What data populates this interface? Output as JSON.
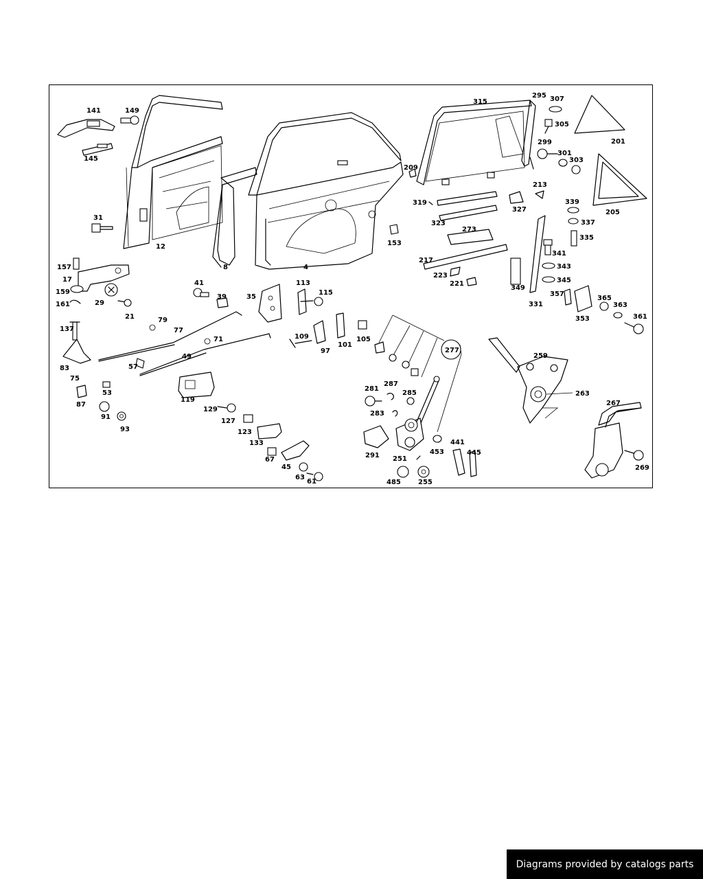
{
  "diagram": {
    "part_labels": {
      "p141": "141",
      "p149": "149",
      "p145": "145",
      "p31": "31",
      "p12": "12",
      "p8": "8",
      "p4": "4",
      "p153": "153",
      "p157": "157",
      "p17": "17",
      "p159": "159",
      "p161": "161",
      "p29": "29",
      "p21": "21",
      "p41": "41",
      "p39": "39",
      "p35": "35",
      "p113": "113",
      "p115": "115",
      "p137": "137",
      "p79": "79",
      "p77": "77",
      "p71": "71",
      "p109": "109",
      "p97": "97",
      "p101": "101",
      "p105": "105",
      "p83": "83",
      "p75": "75",
      "p49": "49",
      "p57": "57",
      "p53": "53",
      "p87": "87",
      "p91": "91",
      "p93": "93",
      "p119": "119",
      "p129": "129",
      "p127": "127",
      "p123": "123",
      "p133": "133",
      "p67": "67",
      "p45": "45",
      "p63": "63",
      "p61": "61",
      "p315": "315",
      "p295": "295",
      "p307": "307",
      "p305": "305",
      "p201": "201",
      "p209": "209",
      "p299": "299",
      "p301": "301",
      "p303": "303",
      "p205": "205",
      "p213": "213",
      "p319": "319",
      "p327": "327",
      "p323": "323",
      "p339": "339",
      "p337": "337",
      "p335": "335",
      "p273": "273",
      "p341": "341",
      "p217": "217",
      "p343": "343",
      "p223": "223",
      "p221": "221",
      "p345": "345",
      "p349": "349",
      "p331": "331",
      "p357": "357",
      "p365": "365",
      "p363": "363",
      "p353": "353",
      "p361": "361",
      "p277": "277",
      "p259": "259",
      "p281": "281",
      "p287": "287",
      "p285": "285",
      "p263": "263",
      "p283": "283",
      "p267": "267",
      "p291": "291",
      "p251": "251",
      "p453": "453",
      "p441": "441",
      "p445": "445",
      "p269": "269",
      "p485": "485",
      "p255": "255"
    }
  },
  "footer": {
    "credit": "Diagrams provided by catalogs parts"
  }
}
